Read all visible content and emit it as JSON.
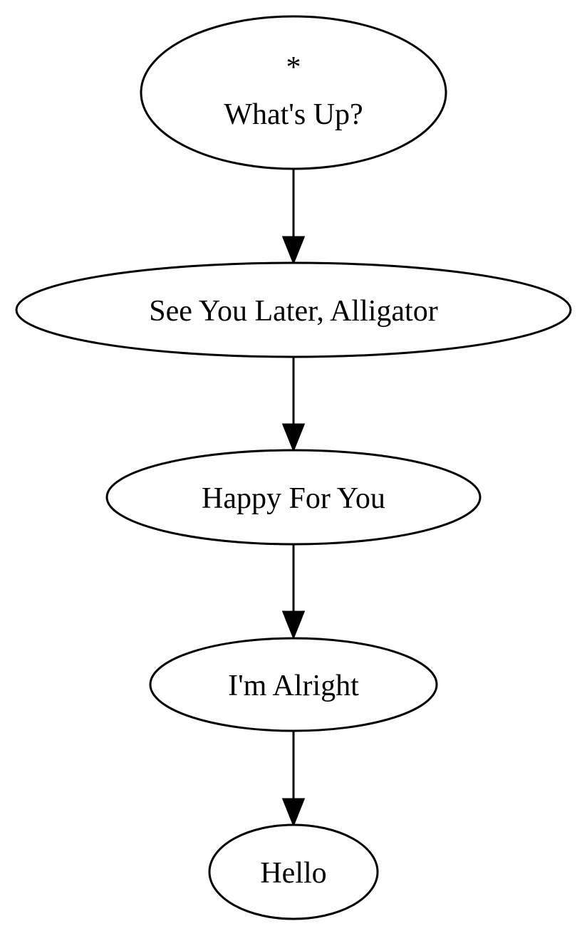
{
  "diagram": {
    "type": "directed-graph",
    "nodes": [
      {
        "id": "n1",
        "lines": [
          "*",
          "What's Up?"
        ]
      },
      {
        "id": "n2",
        "lines": [
          "See You Later, Alligator"
        ]
      },
      {
        "id": "n3",
        "lines": [
          "Happy For You"
        ]
      },
      {
        "id": "n4",
        "lines": [
          "I'm Alright"
        ]
      },
      {
        "id": "n5",
        "lines": [
          "Hello"
        ]
      }
    ],
    "edges": [
      {
        "from": "n1",
        "to": "n2"
      },
      {
        "from": "n2",
        "to": "n3"
      },
      {
        "from": "n3",
        "to": "n4"
      },
      {
        "from": "n4",
        "to": "n5"
      }
    ],
    "colors": {
      "stroke": "#000000",
      "fill": "#ffffff",
      "text": "#000000"
    }
  }
}
